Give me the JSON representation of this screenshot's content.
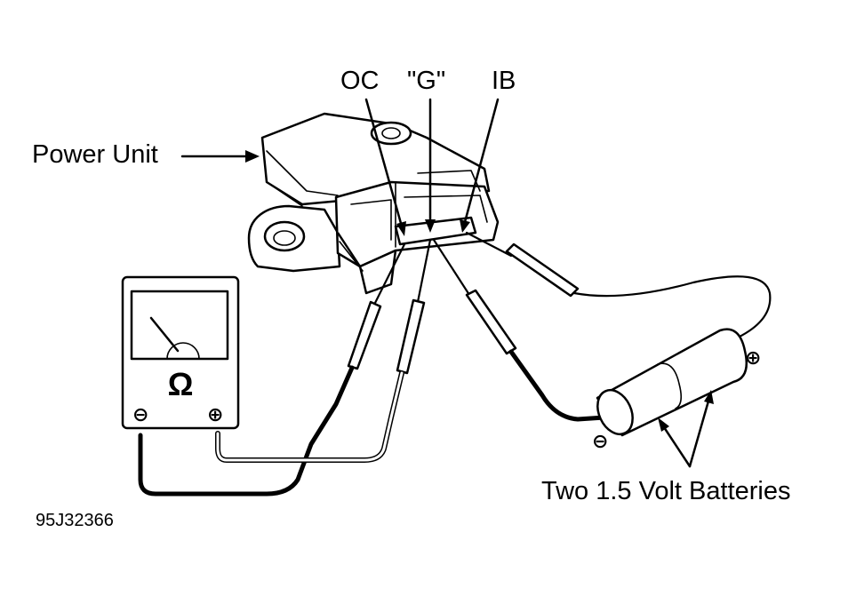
{
  "labels": {
    "power_unit": "Power Unit",
    "oc": "OC",
    "g": "\"G\"",
    "ib": "IB",
    "batteries": "Two 1.5 Volt Batteries",
    "code": "95J32366"
  },
  "meter": {
    "ohm_symbol": "Ω",
    "neg_symbol": "⊖",
    "pos_symbol": "⊕"
  },
  "battery": {
    "neg_symbol": "⊖",
    "pos_symbol": "⊕"
  }
}
